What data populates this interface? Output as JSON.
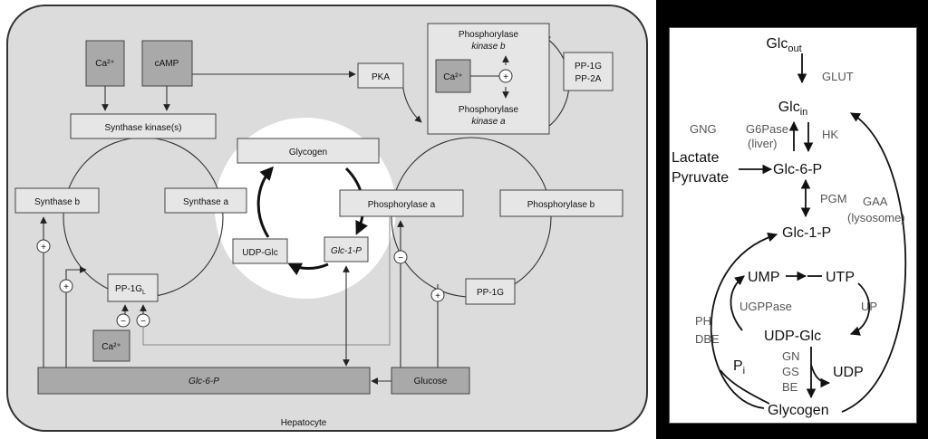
{
  "left": {
    "cell_label": "Hepatocyte",
    "ca_top": "Ca²⁺",
    "camp": "cAMP",
    "synthase_kinase": "Synthase kinase(s)",
    "pka": "PKA",
    "phk_b_line1": "Phosphorylase",
    "phk_b_line2": "kinase b",
    "phk_ca": "Ca²⁺",
    "phk_plus": "+",
    "phk_a_line1": "Phosphorylase",
    "phk_a_line2": "kinase a",
    "pp1g_pp2a_line1": "PP-1G",
    "pp1g_pp2a_line2": "PP-2A",
    "glycogen": "Glycogen",
    "synthase_b": "Synthase b",
    "synthase_a": "Synthase a",
    "phosphorylase_a": "Phosphorylase a",
    "phosphorylase_b": "Phosphorylase b",
    "udp_glc": "UDP-Glc",
    "glc1p": "Glc-1-P",
    "pp1gl": "PP-1G",
    "pp1gl_sub": "L",
    "pp1g": "PP-1G",
    "ca_bottom": "Ca²⁺",
    "glc6p": "Glc-6-P",
    "glucose": "Glucose",
    "plus": "+",
    "minus": "−"
  },
  "right": {
    "glc_out": "Glc",
    "glc_out_sub": "out",
    "glut": "GLUT",
    "glc_in": "Glc",
    "glc_in_sub": "in",
    "gng": "GNG",
    "g6pase_line1": "G6Pase",
    "g6pase_line2": "(liver)",
    "hk": "HK",
    "lactate": "Lactate",
    "pyruvate": "Pyruvate",
    "glc6p": "Glc-6-P",
    "pgm": "PGM",
    "gaa_line1": "GAA",
    "gaa_line2": "(lysosome)",
    "glc1p": "Glc-1-P",
    "ump": "UMP",
    "utp": "UTP",
    "ugppase": "UGPPase",
    "up": "UP",
    "ph": "PH",
    "dbe": "DBE",
    "udpglc": "UDP-Glc",
    "pi": "P",
    "pi_sub": "i",
    "gn": "GN",
    "gs": "GS",
    "be": "BE",
    "udp": "UDP",
    "glycogen": "Glycogen"
  }
}
